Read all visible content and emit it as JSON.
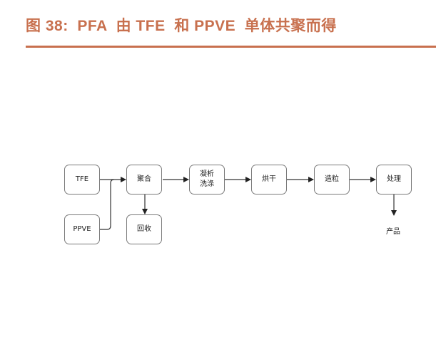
{
  "header": {
    "title": "图 38:  PFA  由 TFE  和 PPVE  单体共聚而得",
    "accent_color": "#c8704e"
  },
  "diagram": {
    "nodes": {
      "tfe": "TFE",
      "ppve": "PPVE",
      "polymerize": "聚合",
      "recycle": "回收",
      "coagulate_line1": "凝析",
      "coagulate_line2": "洗涤",
      "dry": "烘干",
      "pelletize": "造粒",
      "treat": "处理"
    },
    "output_label": "产品",
    "edges": [
      [
        "TFE",
        "聚合"
      ],
      [
        "PPVE",
        "聚合"
      ],
      [
        "聚合",
        "回收"
      ],
      [
        "聚合",
        "凝析洗涤"
      ],
      [
        "凝析洗涤",
        "烘干"
      ],
      [
        "烘干",
        "造粒"
      ],
      [
        "造粒",
        "处理"
      ],
      [
        "处理",
        "产品"
      ]
    ]
  }
}
